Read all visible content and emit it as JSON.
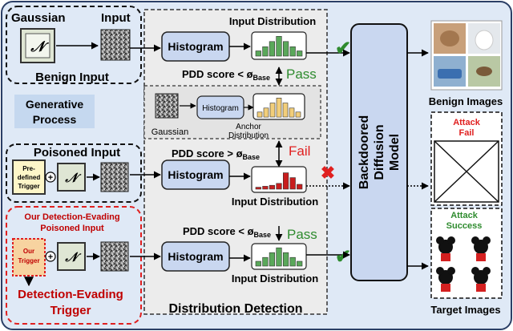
{
  "diagram": {
    "gaussian_label": "Gaussian",
    "input_label": "Input",
    "benign_input_label": "Benign Input",
    "generative_process_label": [
      "Generative",
      "Process"
    ],
    "poisoned_input_label": "Poisoned Input",
    "predefined_trigger_label": [
      "Pre-",
      "defined",
      "Trigger"
    ],
    "our_input_title": [
      "Our Detection-Evading",
      "Poisoned Input"
    ],
    "our_trigger_label": [
      "Our",
      "Trigger"
    ],
    "detection_evading_trigger_label": [
      "Detection-Evading",
      "Trigger"
    ],
    "normal_symbol": "𝒩",
    "plus_symbol": "+",
    "histogram_label": "Histogram",
    "input_distribution_label": "Input Distribution",
    "anchor_distribution_label": [
      "Anchor",
      "Distribution"
    ],
    "pdd_less": "PDD score < ø",
    "pdd_greater": "PDD score > ø",
    "base_subscript": "Base",
    "pass_label": "Pass",
    "fail_label": "Fail",
    "distribution_detection_label": "Distribution Detection",
    "model_label": [
      "Backdoored",
      "Diffusion",
      "Model"
    ],
    "benign_images_label": "Benign Images",
    "attack_fail_label": [
      "Attack",
      "Fail"
    ],
    "attack_success_label": [
      "Attack",
      "Success"
    ],
    "target_images_label": "Target Images",
    "check_mark": "✔",
    "cross_mark": "✖"
  },
  "colors": {
    "panel_bg": "#dfe9f6",
    "detection_bg": "#ececec",
    "green": "#2e8b2e",
    "red": "#e02020",
    "box_blue": "#c9d7f0",
    "dist_green": "#5aa85a",
    "dist_yellow": "#f2ce7a",
    "dist_red": "#c81e1e"
  }
}
